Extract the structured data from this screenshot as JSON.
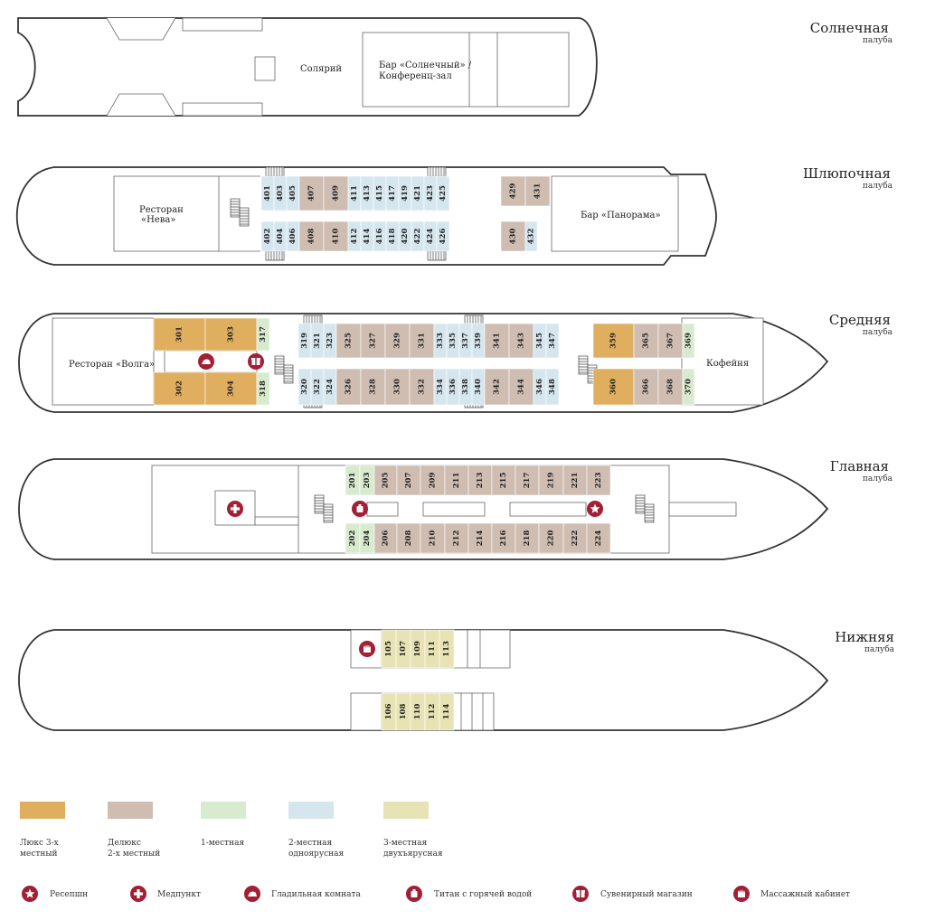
{
  "colors": {
    "lux3": "#dfae5e",
    "deluxe2": "#cfbdb2",
    "single": "#d9ebcf",
    "double1": "#d6e6ee",
    "triple2": "#e8e3b4",
    "icon": "#a31f34"
  },
  "decks": [
    {
      "key": "sun",
      "title": "Солнечная",
      "sub": "палуба"
    },
    {
      "key": "boat",
      "title": "Шлюпочная",
      "sub": "палуба"
    },
    {
      "key": "middle",
      "title": "Средняя",
      "sub": "палуба"
    },
    {
      "key": "main",
      "title": "Главная",
      "sub": "палуба"
    },
    {
      "key": "lower",
      "title": "Нижняя",
      "sub": "палуба"
    }
  ],
  "labels": {
    "solarium": "Солярий",
    "bar_sun_1": "Бар «Солнечный» /",
    "bar_sun_2": "Конференц-зал",
    "rest_neva_1": "Ресторан",
    "rest_neva_2": "«Нева»",
    "bar_panorama": "Бар «Панорама»",
    "rest_volga": "Ресторан «Волга»",
    "coffee": "Кофейня"
  },
  "cabins": {
    "boat_top": [
      {
        "n": "401",
        "t": "double1"
      },
      {
        "n": "403",
        "t": "double1"
      },
      {
        "n": "405",
        "t": "double1"
      },
      {
        "n": "407",
        "t": "deluxe2"
      },
      {
        "n": "409",
        "t": "deluxe2"
      },
      {
        "n": "411",
        "t": "double1"
      },
      {
        "n": "413",
        "t": "double1"
      },
      {
        "n": "415",
        "t": "double1"
      },
      {
        "n": "417",
        "t": "double1"
      },
      {
        "n": "419",
        "t": "double1"
      },
      {
        "n": "421",
        "t": "double1"
      },
      {
        "n": "423",
        "t": "double1"
      },
      {
        "n": "425",
        "t": "double1"
      }
    ],
    "boat_bot": [
      {
        "n": "402",
        "t": "double1"
      },
      {
        "n": "404",
        "t": "double1"
      },
      {
        "n": "406",
        "t": "double1"
      },
      {
        "n": "408",
        "t": "deluxe2"
      },
      {
        "n": "410",
        "t": "deluxe2"
      },
      {
        "n": "412",
        "t": "double1"
      },
      {
        "n": "414",
        "t": "double1"
      },
      {
        "n": "416",
        "t": "double1"
      },
      {
        "n": "418",
        "t": "double1"
      },
      {
        "n": "420",
        "t": "double1"
      },
      {
        "n": "422",
        "t": "double1"
      },
      {
        "n": "424",
        "t": "double1"
      },
      {
        "n": "426",
        "t": "double1"
      }
    ],
    "boat_aft_top": [
      {
        "n": "429",
        "t": "deluxe2"
      },
      {
        "n": "431",
        "t": "deluxe2"
      }
    ],
    "boat_aft_bot": [
      {
        "n": "430",
        "t": "deluxe2"
      },
      {
        "n": "432",
        "t": "double1"
      }
    ],
    "mid_fwd_top": [
      {
        "n": "301",
        "t": "lux3"
      },
      {
        "n": "303",
        "t": "lux3"
      },
      {
        "n": "317",
        "t": "single"
      }
    ],
    "mid_fwd_bot": [
      {
        "n": "302",
        "t": "lux3"
      },
      {
        "n": "304",
        "t": "lux3"
      },
      {
        "n": "318",
        "t": "single"
      }
    ],
    "mid_top": [
      {
        "n": "319",
        "t": "double1"
      },
      {
        "n": "321",
        "t": "double1"
      },
      {
        "n": "323",
        "t": "double1"
      },
      {
        "n": "325",
        "t": "deluxe2"
      },
      {
        "n": "327",
        "t": "deluxe2"
      },
      {
        "n": "329",
        "t": "deluxe2"
      },
      {
        "n": "331",
        "t": "deluxe2"
      },
      {
        "n": "333",
        "t": "double1"
      },
      {
        "n": "335",
        "t": "double1"
      },
      {
        "n": "337",
        "t": "double1"
      },
      {
        "n": "339",
        "t": "double1"
      },
      {
        "n": "341",
        "t": "deluxe2"
      },
      {
        "n": "343",
        "t": "deluxe2"
      },
      {
        "n": "345",
        "t": "double1"
      },
      {
        "n": "347",
        "t": "double1"
      }
    ],
    "mid_bot": [
      {
        "n": "320",
        "t": "double1"
      },
      {
        "n": "322",
        "t": "double1"
      },
      {
        "n": "324",
        "t": "double1"
      },
      {
        "n": "326",
        "t": "deluxe2"
      },
      {
        "n": "328",
        "t": "deluxe2"
      },
      {
        "n": "330",
        "t": "deluxe2"
      },
      {
        "n": "332",
        "t": "deluxe2"
      },
      {
        "n": "334",
        "t": "double1"
      },
      {
        "n": "336",
        "t": "double1"
      },
      {
        "n": "338",
        "t": "double1"
      },
      {
        "n": "340",
        "t": "double1"
      },
      {
        "n": "342",
        "t": "deluxe2"
      },
      {
        "n": "344",
        "t": "deluxe2"
      },
      {
        "n": "346",
        "t": "double1"
      },
      {
        "n": "348",
        "t": "double1"
      }
    ],
    "mid_aft_top": [
      {
        "n": "359",
        "t": "lux3"
      },
      {
        "n": "365",
        "t": "deluxe2"
      },
      {
        "n": "367",
        "t": "deluxe2"
      },
      {
        "n": "369",
        "t": "single"
      }
    ],
    "mid_aft_bot": [
      {
        "n": "360",
        "t": "lux3"
      },
      {
        "n": "366",
        "t": "deluxe2"
      },
      {
        "n": "368",
        "t": "deluxe2"
      },
      {
        "n": "370",
        "t": "single"
      }
    ],
    "main_top": [
      {
        "n": "201",
        "t": "single"
      },
      {
        "n": "203",
        "t": "single"
      },
      {
        "n": "205",
        "t": "deluxe2"
      },
      {
        "n": "207",
        "t": "deluxe2"
      },
      {
        "n": "209",
        "t": "deluxe2"
      },
      {
        "n": "211",
        "t": "deluxe2"
      },
      {
        "n": "213",
        "t": "deluxe2"
      },
      {
        "n": "215",
        "t": "deluxe2"
      },
      {
        "n": "217",
        "t": "deluxe2"
      },
      {
        "n": "219",
        "t": "deluxe2"
      },
      {
        "n": "221",
        "t": "deluxe2"
      },
      {
        "n": "223",
        "t": "deluxe2"
      }
    ],
    "main_bot": [
      {
        "n": "202",
        "t": "single"
      },
      {
        "n": "204",
        "t": "single"
      },
      {
        "n": "206",
        "t": "deluxe2"
      },
      {
        "n": "208",
        "t": "deluxe2"
      },
      {
        "n": "210",
        "t": "deluxe2"
      },
      {
        "n": "212",
        "t": "deluxe2"
      },
      {
        "n": "214",
        "t": "deluxe2"
      },
      {
        "n": "216",
        "t": "deluxe2"
      },
      {
        "n": "218",
        "t": "deluxe2"
      },
      {
        "n": "220",
        "t": "deluxe2"
      },
      {
        "n": "222",
        "t": "deluxe2"
      },
      {
        "n": "224",
        "t": "deluxe2"
      }
    ],
    "lower_top": [
      {
        "n": "105",
        "t": "triple2"
      },
      {
        "n": "107",
        "t": "triple2"
      },
      {
        "n": "109",
        "t": "triple2"
      },
      {
        "n": "111",
        "t": "triple2"
      },
      {
        "n": "113",
        "t": "triple2"
      }
    ],
    "lower_bot": [
      {
        "n": "106",
        "t": "triple2"
      },
      {
        "n": "108",
        "t": "triple2"
      },
      {
        "n": "110",
        "t": "triple2"
      },
      {
        "n": "112",
        "t": "triple2"
      },
      {
        "n": "114",
        "t": "triple2"
      }
    ]
  },
  "legend_types": [
    {
      "t": "lux3",
      "line1": "Люкс 3-х",
      "line2": "местный"
    },
    {
      "t": "deluxe2",
      "line1": "Делюкс",
      "line2": "2-х местный"
    },
    {
      "t": "single",
      "line1": "1-местная",
      "line2": ""
    },
    {
      "t": "double1",
      "line1": "2-местная",
      "line2": "одноярусная"
    },
    {
      "t": "triple2",
      "line1": "3-местная",
      "line2": "двухъярусная"
    }
  ],
  "legend_icons": [
    {
      "icon": "star",
      "label": "Ресепшн"
    },
    {
      "icon": "plus",
      "label": "Медпункт"
    },
    {
      "icon": "iron",
      "label": "Гладильная комната"
    },
    {
      "icon": "kettle",
      "label": "Титан с горячей водой"
    },
    {
      "icon": "gift",
      "label": "Сувенирный магазин"
    },
    {
      "icon": "hand",
      "label": "Массажный кабинет"
    }
  ]
}
